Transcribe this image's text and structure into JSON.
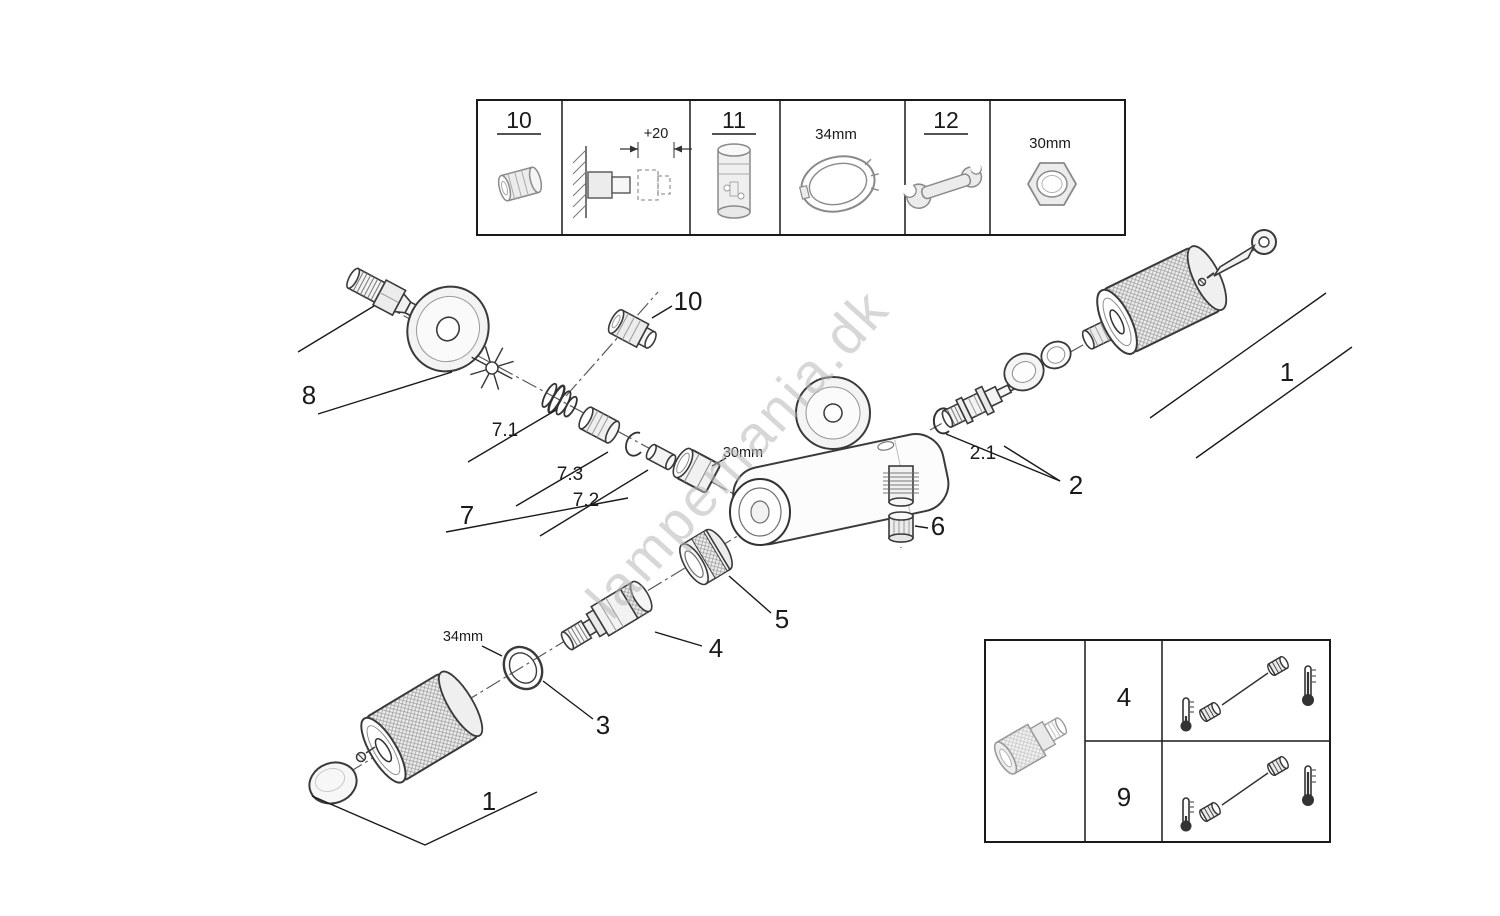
{
  "watermark": "lampemania.dk",
  "colors": {
    "line": "#1a1a1a",
    "part_stroke": "#3a3a3a",
    "watermark": "#b7b7b7"
  },
  "top_panel": {
    "item10": "10",
    "dim": "+20",
    "item11": "11",
    "size34": "34mm",
    "item12": "12",
    "size30": "30mm"
  },
  "diagram": {
    "one_top": "1",
    "two": "2",
    "two_one": "2.1",
    "three": "3",
    "four": "4",
    "five": "5",
    "six": "6",
    "seven": "7",
    "seven_one": "7.1",
    "seven_two": "7.2",
    "seven_three": "7.3",
    "eight": "8",
    "ten": "10",
    "thirty_mm": "30mm",
    "thirtyfour_mm": "34mm",
    "one_bottom": "1"
  },
  "bottom_panel": {
    "row1": "4",
    "row2": "9"
  }
}
